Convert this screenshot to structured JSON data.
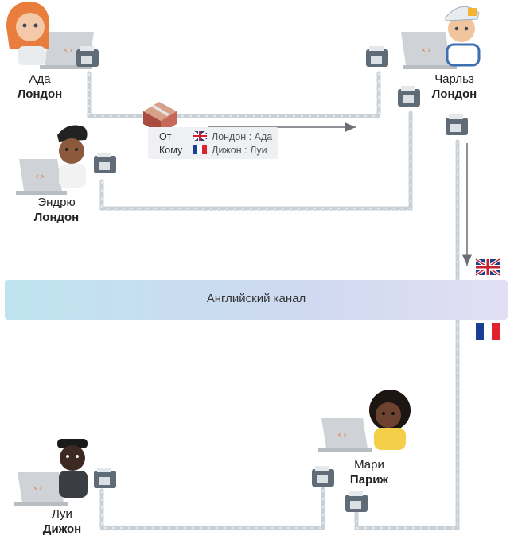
{
  "channel": {
    "label": "Английский канал"
  },
  "people": {
    "ada": {
      "name": "Ада",
      "city": "Лондон"
    },
    "charles": {
      "name": "Чарльз",
      "city": "Лондон"
    },
    "andrew": {
      "name": "Эндрю",
      "city": "Лондон"
    },
    "louis": {
      "name": "Луи",
      "city": "Дижон"
    },
    "marie": {
      "name": "Мари",
      "city": "Париж"
    }
  },
  "parcel": {
    "from_label": "От",
    "to_label": "Кому",
    "from_value": "Лондон : Ада",
    "to_value": "Дижон : Луи"
  },
  "flags": [
    "uk-flag",
    "france-flag"
  ],
  "colors": {
    "chain": "#c9d0d6",
    "arrow": "#6b6f75",
    "box": "#b5564a"
  }
}
